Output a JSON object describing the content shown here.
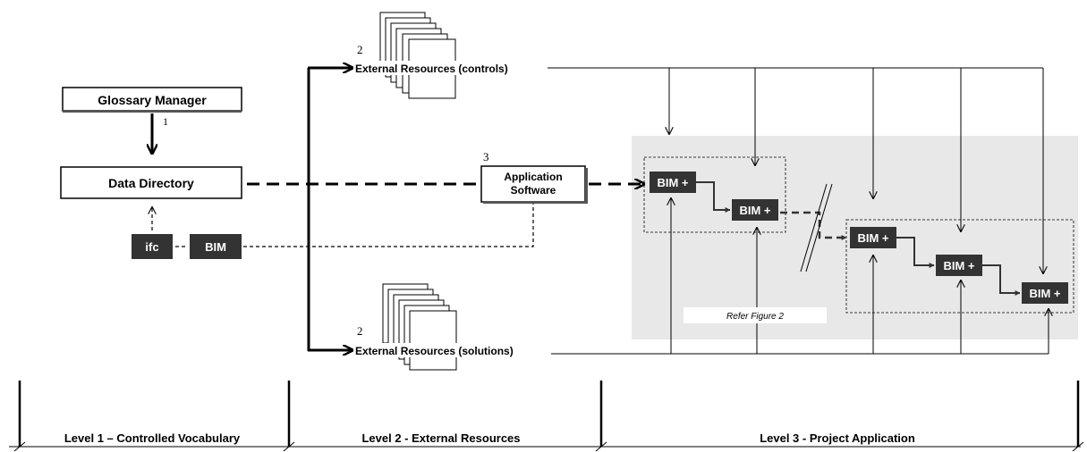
{
  "nodes": {
    "glossary_manager": "Glossary Manager",
    "data_directory": "Data Directory",
    "ifc": "ifc",
    "bim": "BIM",
    "application_software_line1": "Application",
    "application_software_line2": "Software",
    "external_controls": "External Resources (controls)",
    "external_solutions": "External Resources (solutions)",
    "bim_plus": "BIM +",
    "refer_figure": "Refer Figure 2"
  },
  "numbers": {
    "glossary_to_directory": "1",
    "controls": "2",
    "solutions": "2",
    "application": "3"
  },
  "levels": [
    "Level 1 – Controlled Vocabulary",
    "Level 2 - External Resources",
    "Level 3 - Project Application"
  ],
  "colors": {
    "dark_box": "#333333",
    "panel": "#e8e8e8"
  }
}
